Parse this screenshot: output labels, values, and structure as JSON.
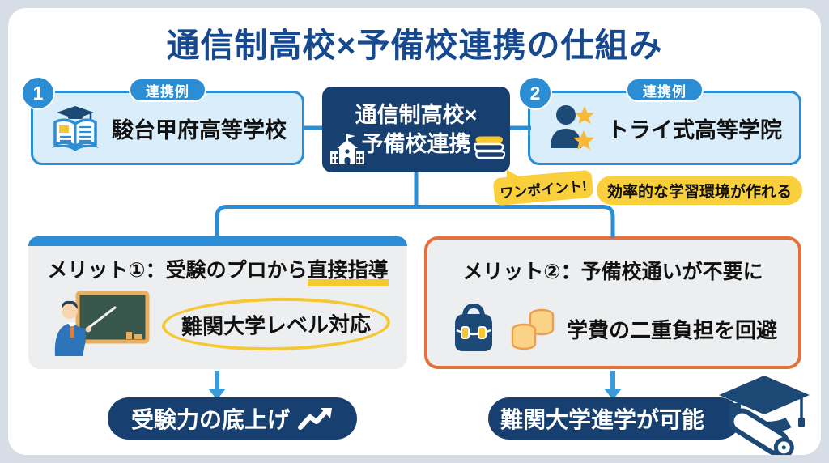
{
  "title": "通信制高校×予備校連携の仕組み",
  "colors": {
    "accent_blue": "#2b8ed4",
    "navy": "#173f6f",
    "title_blue": "#17498f",
    "light_blue_fill": "#d9edfa",
    "yellow": "#f9d03c",
    "highlight_yellow": "#f5c832",
    "orange_border": "#e4703c",
    "merit_gray": "#eceef0"
  },
  "example1": {
    "number": "1",
    "badge": "連携例",
    "name": "駿台甲府高等学校",
    "icon": "open-book-gradcap-icon"
  },
  "center": {
    "line1": "通信制高校×",
    "line2": "予備校連携",
    "icons": [
      "school-building-icon",
      "book-stack-icon"
    ]
  },
  "example2": {
    "number": "2",
    "badge": "連携例",
    "name": "トライ式高等学院",
    "icon": "person-stars-icon"
  },
  "onepoint": {
    "bubble": "ワンポイント!",
    "note": "効率的な学習環境が作れる"
  },
  "merit1": {
    "title_prefix": "メリット①：受験のプロから",
    "title_highlight": "直接指導",
    "point": "難関大学レベル対応",
    "icon": "teacher-blackboard-icon"
  },
  "merit2": {
    "title": "メリット②：予備校通いが不要に",
    "point": "学費の二重負担を回避",
    "icons": [
      "school-bag-icon",
      "coins-icon"
    ]
  },
  "outcome1": {
    "label": "受験力の底上げ",
    "icon": "trend-up-icon"
  },
  "outcome2": {
    "label": "難関大学進学が可能",
    "icon": "graduation-scroll-icon"
  }
}
